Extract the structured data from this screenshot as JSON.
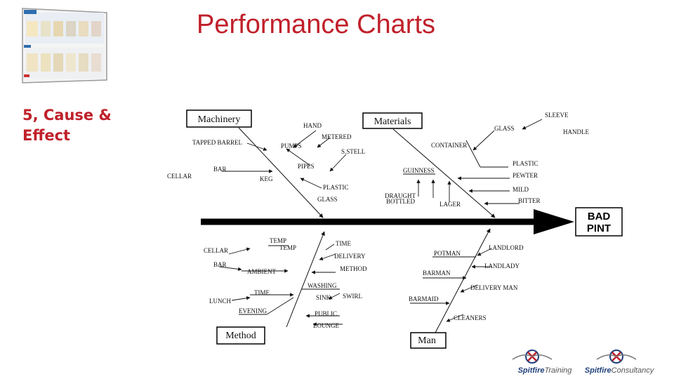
{
  "title": "Performance Charts",
  "subtitle_line1": "5, Cause &",
  "subtitle_line2": "Effect",
  "effect": {
    "line1": "BAD",
    "line2": "PINT"
  },
  "categories": {
    "machinery": "Machinery",
    "materials": "Materials",
    "method": "Method",
    "man": "Man"
  },
  "machinery_labels": {
    "hand": "HAND",
    "metered": "METERED",
    "tapped_barrel": "TAPPED BARREL",
    "pumps": "PUMPS",
    "sstell": "S.STELL",
    "pipes": "PIPES",
    "cellar": "CELLAR",
    "bar": "BAR",
    "keg": "KEG",
    "plastic": "PLASTIC",
    "glass": "GLASS"
  },
  "materials_labels": {
    "sleeve": "SLEEVE",
    "glass": "GLASS",
    "handle": "HANDLE",
    "container": "CONTAINER",
    "plastic": "PLASTIC",
    "guinness": "GUINNESS",
    "pewter": "PEWTER",
    "mild": "MILD",
    "draught": "DRAUGHT",
    "bottled": "BOTTLED",
    "lager": "LAGER",
    "bitter": "BITTER"
  },
  "method_labels": {
    "temp_a": "TEMP",
    "temp_b": "TEMP",
    "cellar": "CELLAR",
    "bar": "BAR",
    "ambient": "AMBIENT",
    "time_a": "TIME",
    "delivery": "DELIVERY",
    "method": "METHOD",
    "washing": "WASHING",
    "time_b": "TIME",
    "sink": "SINK",
    "swirl": "SWIRL",
    "lunch": "LUNCH",
    "evening": "EVENING",
    "public": "PUBLIC",
    "lounge": "LOUNGE"
  },
  "man_labels": {
    "landlord": "LANDLORD",
    "potman": "POTMAN",
    "landlady": "LANDLADY",
    "barman": "BARMAN",
    "delivery_man": "DELIVERY MAN",
    "barmaid": "BARMAID",
    "cleaners": "CLEANERS"
  },
  "logos": [
    {
      "brand": "Spitfire",
      "suffix": "Training"
    },
    {
      "brand": "Spitfire",
      "suffix": "Consultancy"
    }
  ],
  "colors": {
    "title": "#c0202a",
    "ink": "#111111",
    "brand": "#1f3f7a",
    "logo_red": "#c0202a"
  }
}
